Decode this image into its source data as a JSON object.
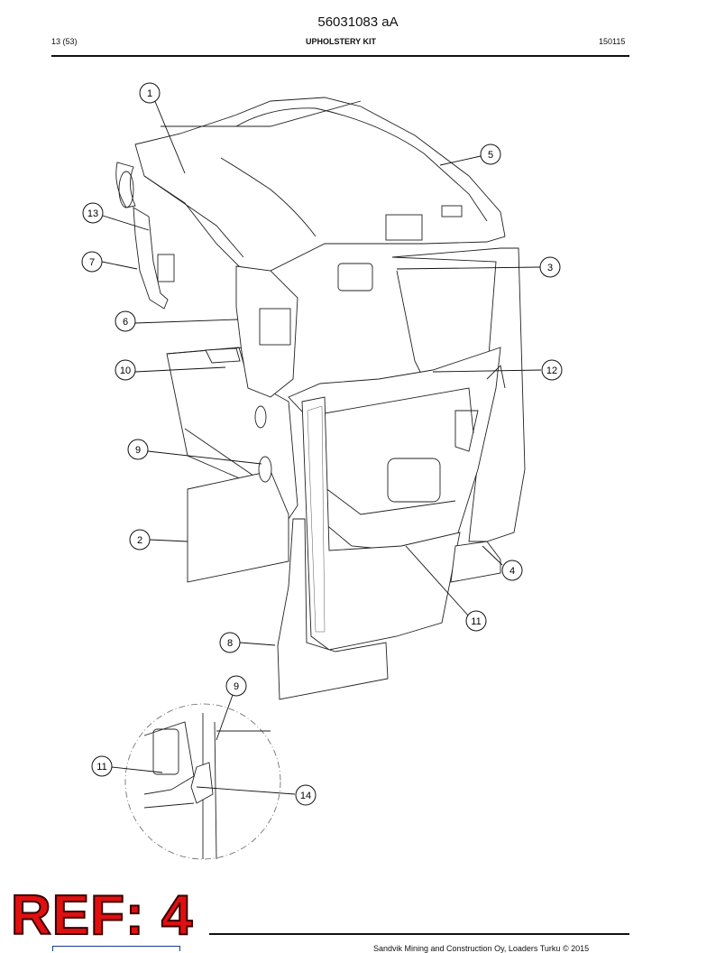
{
  "header": {
    "doc_code": "56031083 aA",
    "page": "13 (53)",
    "title": "UPHOLSTERY KIT",
    "date_code": "150115"
  },
  "callouts": [
    "1",
    "5",
    "13",
    "7",
    "3",
    "6",
    "10",
    "12",
    "9",
    "2",
    "4",
    "11",
    "8",
    "9",
    "11",
    "14"
  ],
  "stamp": {
    "text": "REF: 4",
    "color": "#e01010"
  },
  "footer": {
    "copyright": "Sandvik Mining and Construction Oy, Loaders Turku © 2015"
  }
}
